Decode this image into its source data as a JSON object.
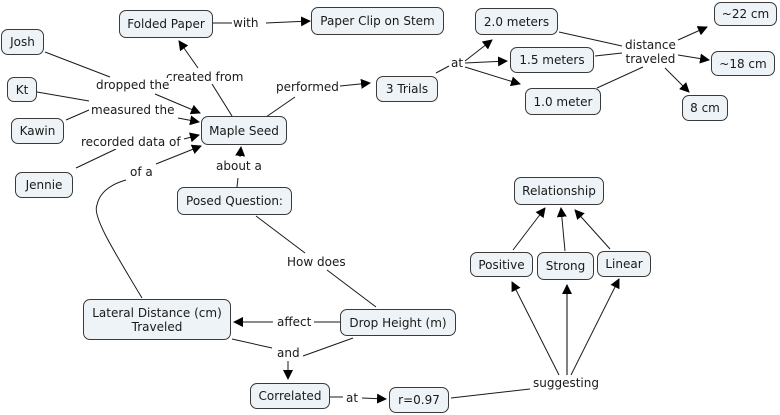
{
  "concept_map": {
    "nodes": {
      "folded_paper": "Folded Paper",
      "paper_clip": "Paper Clip on Stem",
      "josh": "Josh",
      "kt": "Kt",
      "kawin": "Kawin",
      "jennie": "Jennie",
      "maple_seed": "Maple Seed",
      "three_trials": "3 Trials",
      "two_meters": "2.0 meters",
      "one_five_meters": "1.5 meters",
      "one_meter": "1.0 meter",
      "dist_22": "~22 cm",
      "dist_18": "~18 cm",
      "dist_8": "8 cm",
      "posed_question": "Posed Question:",
      "lateral_distance": "Lateral Distance (cm)\nTraveled",
      "drop_height": "Drop Height (m)",
      "correlated": "Correlated",
      "r_value": "r=0.97",
      "relationship": "Relationship",
      "positive": "Positive",
      "strong": "Strong",
      "linear": "Linear"
    },
    "links": {
      "with": "with",
      "created_from": "created from",
      "dropped_the": "dropped the",
      "measured_the": "measured the",
      "recorded_data_of": "recorded data of",
      "of_a": "of a",
      "about_a": "about a",
      "performed": "performed",
      "at_trials": "at",
      "distance_traveled": "distance\ntraveled",
      "how_does": "How does",
      "affect": "affect",
      "and": "and",
      "at_corr": "at",
      "suggesting": "suggesting"
    }
  }
}
